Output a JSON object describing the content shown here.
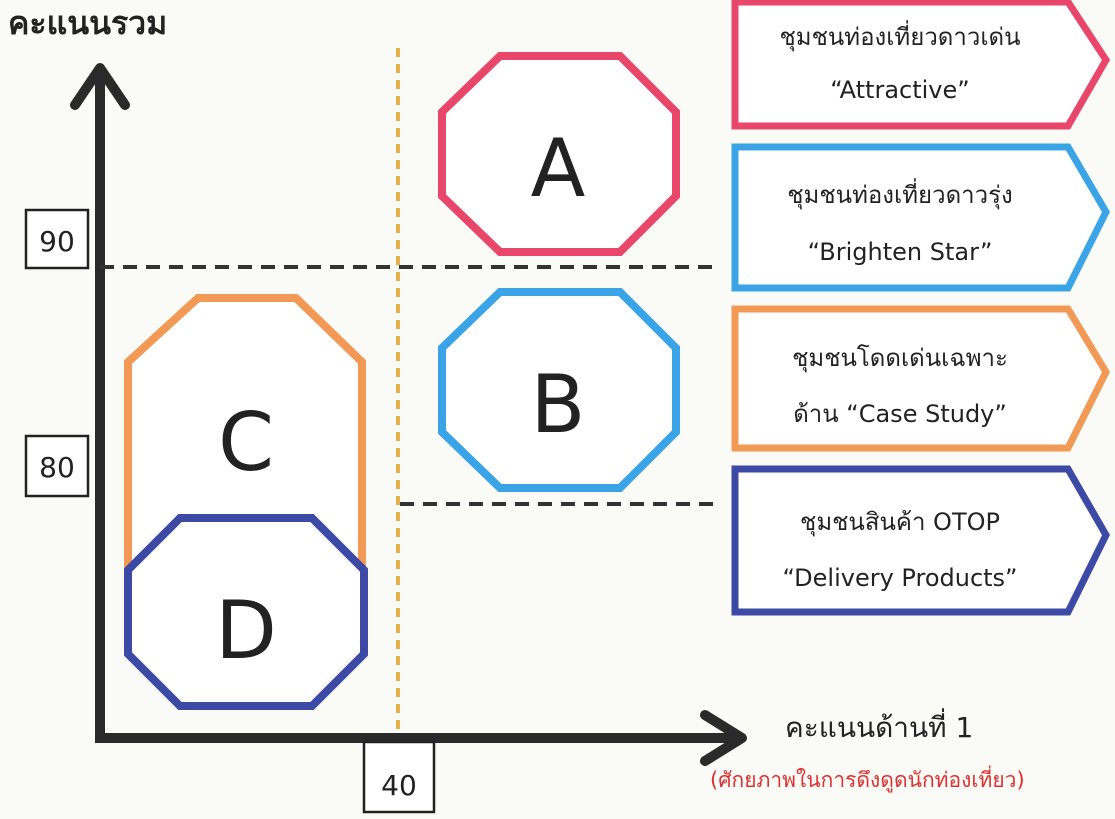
{
  "y_axis": {
    "title": "คะแนนรวม",
    "ticks": [
      "90",
      "80"
    ]
  },
  "x_axis": {
    "title": "คะแนนด้านที่ 1",
    "subtitle": "(ศักยภาพในการดึงดูดนักท่องเที่ยว)",
    "tick": "40"
  },
  "groups": [
    {
      "letter": "A",
      "color": "#e8476b",
      "line1": "ชุมชนท่องเที่ยวดาวเด่น",
      "line2": "“Attractive”"
    },
    {
      "letter": "B",
      "color": "#3aa4e6",
      "line1": "ชุมชนท่องเที่ยวดาวรุ่ง",
      "line2": "“Brighten Star”"
    },
    {
      "letter": "C",
      "color": "#f29a55",
      "line1": "ชุมชนโดดเด่นเฉพาะ",
      "line2": "ด้าน “Case Study”"
    },
    {
      "letter": "D",
      "color": "#3c4aa6",
      "line1": "ชุมชนสินค้า OTOP",
      "line2": "“Delivery Products”"
    }
  ],
  "colors": {
    "axis": "#2a2a2a",
    "divider": "#e8b04a",
    "dashed": "#333333",
    "subtitle": "#e03030"
  }
}
